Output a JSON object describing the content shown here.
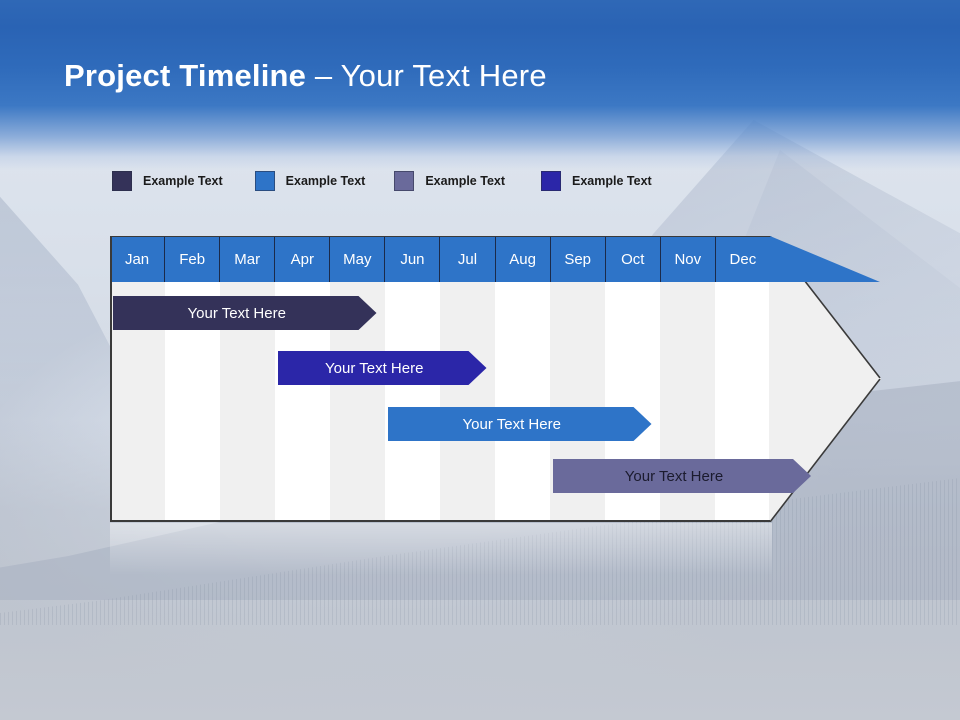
{
  "slide": {
    "title_strong": "Project Timeline",
    "title_dash": " – ",
    "title_light": "Your Text Here",
    "background": "mountain-haze-photo"
  },
  "legend": {
    "items": [
      {
        "label": "Example Text",
        "color": "#343259"
      },
      {
        "label": "Example Text",
        "color": "#2e74c8"
      },
      {
        "label": "Example Text",
        "color": "#6a6a9b"
      },
      {
        "label": "Example Text",
        "color": "#2b26a8"
      }
    ]
  },
  "chart_data": {
    "type": "bar",
    "title": "Project Timeline – Your Text Here",
    "xlabel": "",
    "ylabel": "",
    "categories": [
      "Jan",
      "Feb",
      "Mar",
      "Apr",
      "May",
      "Jun",
      "Jul",
      "Aug",
      "Sep",
      "Oct",
      "Nov",
      "Dec"
    ],
    "legend_position": "top-left",
    "grid": "alternating-column-bands",
    "header_color": "#2e74c8",
    "header_text_color": "#ffffff",
    "band_colors": [
      "#f0f0f0",
      "#ffffff"
    ],
    "series": [
      {
        "name": "Example Text",
        "label": "Your  Text Here",
        "color": "#343259",
        "text_color": "#ffffff",
        "start_month": "Jan",
        "end_month": "Apr",
        "start_index": 0,
        "end_index": 3.9,
        "row": 1
      },
      {
        "name": "Example Text",
        "label": "Your  Text Here",
        "color": "#2b26a8",
        "text_color": "#ffffff",
        "start_month": "Apr",
        "end_month": "Jun",
        "start_index": 3.0,
        "end_index": 5.9,
        "row": 2
      },
      {
        "name": "Example Text",
        "label": "Your  Text Here",
        "color": "#2e74c8",
        "text_color": "#ffffff",
        "start_month": "Jun",
        "end_month": "Sep",
        "start_index": 5.0,
        "end_index": 8.9,
        "row": 3
      },
      {
        "name": "Example Text",
        "label": "Your  Text Here",
        "color": "#6a6a9b",
        "text_color": "#1b1b2e",
        "start_month": "Sep",
        "end_month": "Nov",
        "start_index": 8.0,
        "end_index": 11.8,
        "row": 4
      }
    ],
    "arrow_head": {
      "shape": "chevron-right",
      "fill": "#f0f0f0",
      "stroke": "#3a3a3a"
    }
  }
}
